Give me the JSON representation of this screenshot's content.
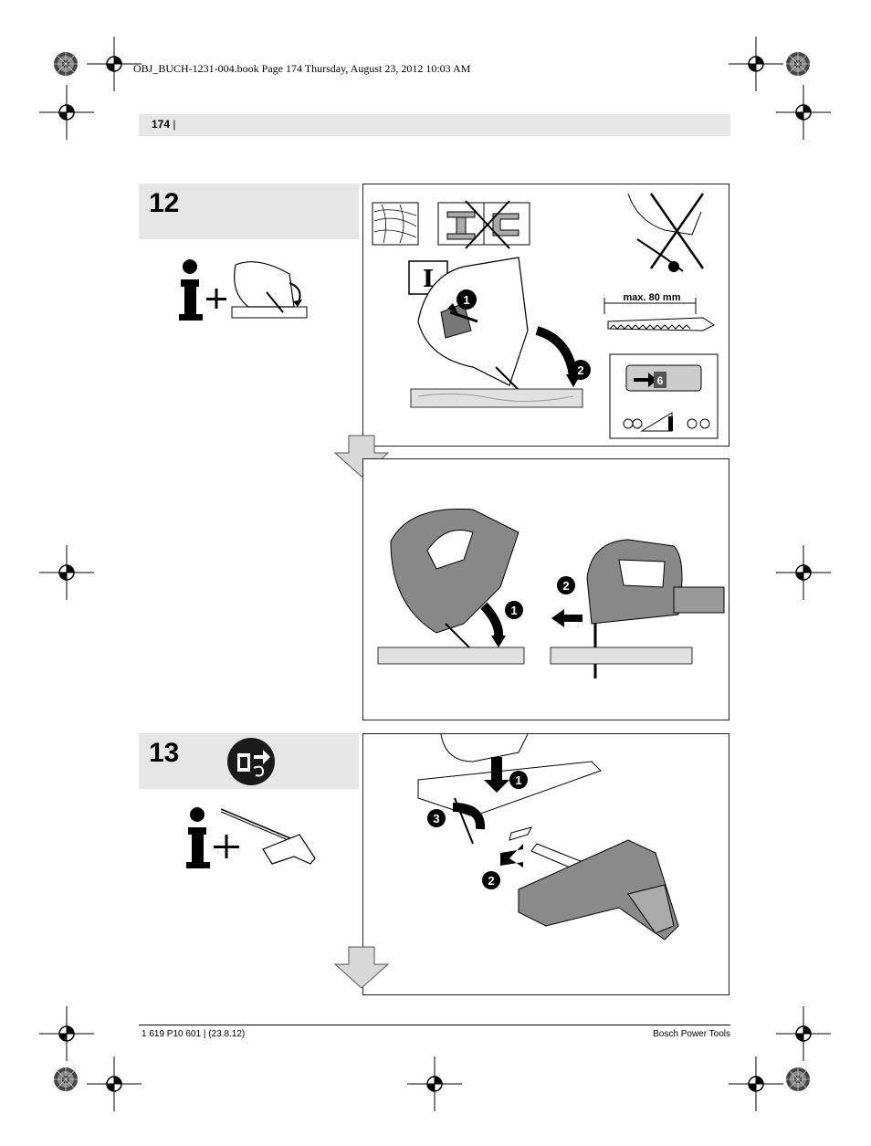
{
  "slug": "OBJ_BUCH-1231-004.book  Page 174  Thursday, August 23, 2012  10:03 AM",
  "header": {
    "page_number": "174",
    "separator": "|"
  },
  "step12": {
    "number": "12",
    "max_label": "max. 80 mm",
    "callouts": [
      "1",
      "2"
    ],
    "speed_digit": "6"
  },
  "step13": {
    "number": "13",
    "callouts": [
      "1",
      "2",
      "3"
    ]
  },
  "footer": {
    "left": "1 619 P10 601 | (23.8.12)",
    "right": "Bosch Power Tools"
  },
  "icons": [
    "registration-mark-icon",
    "info-plus-icon",
    "unplug-icon",
    "wood-grain-icon",
    "no-metal-icon",
    "down-arrow-icon"
  ]
}
